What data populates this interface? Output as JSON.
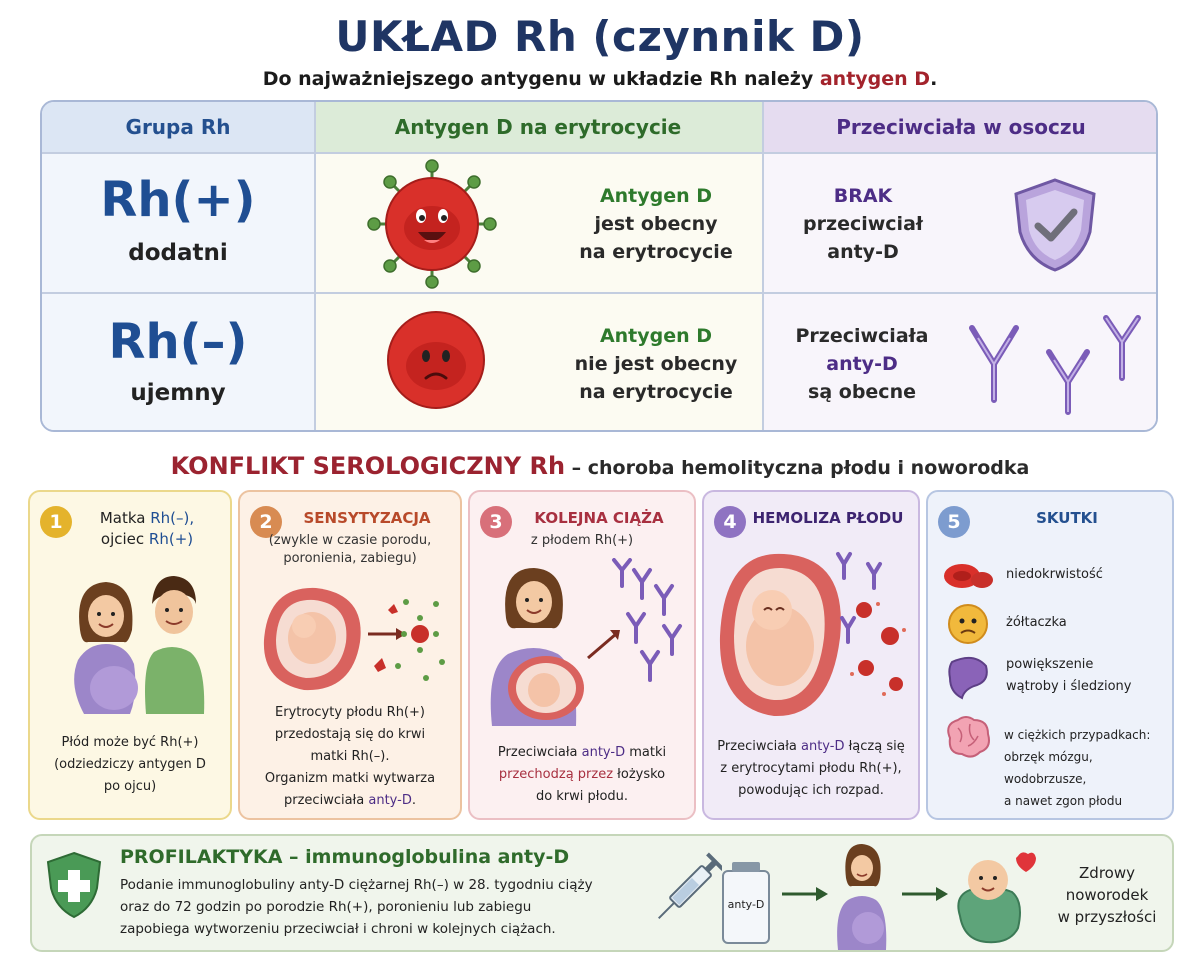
{
  "title": "UKŁAD Rh (czynnik D)",
  "subtitle": {
    "before": "Do najważniejszego antygenu w układzie Rh należy ",
    "highlight": "antygen D",
    "after": "."
  },
  "table": {
    "headers": {
      "group": "Grupa Rh",
      "antigen": "Antygen D na erytrocycie",
      "antibodies": "Przeciwciała w osoczu"
    },
    "rows": [
      {
        "group": "Rh(+)",
        "group_label": "dodatni",
        "antigen_line1": "Antygen D",
        "antigen_line2": "jest obecny",
        "antigen_line3": "na erytrocycie",
        "antibody_line1": "BRAK",
        "antibody_line2": "przeciwciał",
        "antibody_line3": "anty-D"
      },
      {
        "group": "Rh(–)",
        "group_label": "ujemny",
        "antigen_line1": "Antygen D",
        "antigen_line2": "nie jest obecny",
        "antigen_line3": "na erytrocycie",
        "antibody_line1": "Przeciwciała",
        "antibody_line2": "anty-D",
        "antibody_line3": "są obecne"
      }
    ]
  },
  "conflict": {
    "title": "KONFLIKT SEROLOGICZNY Rh",
    "subtitle": " – choroba hemolityczna płodu i noworodka"
  },
  "steps": [
    {
      "number": "1",
      "title_a": "Matka ",
      "title_b": "Rh(–),",
      "title_c": "ojciec ",
      "title_d": "Rh(+)",
      "text_1": "Płód może być Rh(+)",
      "text_2": "(odziedziczy antygen D",
      "text_3": "po ojcu)"
    },
    {
      "number": "2",
      "title": "SENSYTYZACJA",
      "sub_1": "(zwykle w czasie porodu,",
      "sub_2": "poronienia, zabiegu)",
      "text_1": "Erytrocyty płodu Rh(+)",
      "text_2": "przedostają się do krwi",
      "text_3": "matki Rh(–).",
      "text_4": "Organizm matki wytwarza",
      "text_5a": "przeciwciała ",
      "text_5b": "anty-D",
      "text_5c": "."
    },
    {
      "number": "3",
      "title": "KOLEJNA CIĄŻA",
      "sub": "z płodem Rh(+)",
      "text_1a": "Przeciwciała ",
      "text_1b": "anty-D",
      "text_1c": " matki",
      "text_2a": "przechodzą przez",
      "text_2b": " łożysko",
      "text_3": "do krwi płodu."
    },
    {
      "number": "4",
      "title": "HEMOLIZA PŁODU",
      "text_1a": "Przeciwciała ",
      "text_1b": "anty-D",
      "text_1c": " łączą się",
      "text_2": "z erytrocytami płodu Rh(+),",
      "text_3": "powodując ich rozpad."
    },
    {
      "number": "5",
      "title": "SKUTKI",
      "effects": {
        "e1": "niedokrwistość",
        "e2": "żółtaczka",
        "e3_1": "powiększenie",
        "e3_2": "wątroby i śledziony",
        "e4_1": "w ciężkich przypadkach:",
        "e4_2": "obrzęk mózgu, wodobrzusze,",
        "e4_3": "a nawet zgon płodu"
      }
    }
  ],
  "prophylaxis": {
    "title": "PROFILAKTYKA – immunoglobulina anty-D",
    "text_1": "Podanie immunoglobuliny anty-D ciężarnej Rh(–) w 28. tygodniu ciąży",
    "text_2": "oraz do 72 godzin po porodzie Rh(+), poronieniu lub zabiegu",
    "text_3": "zapobiega wytworzeniu przeciwciał i chroni w kolejnych ciążach.",
    "vial_label": "anty-D",
    "healthy_1": "Zdrowy",
    "healthy_2": "noworodek",
    "healthy_3": "w przyszłości"
  },
  "colors": {
    "title": "#1f3564",
    "accent_red": "#a3232c",
    "green": "#2e7a2c",
    "purple": "#4d2d86",
    "blue": "#1f4e93"
  }
}
